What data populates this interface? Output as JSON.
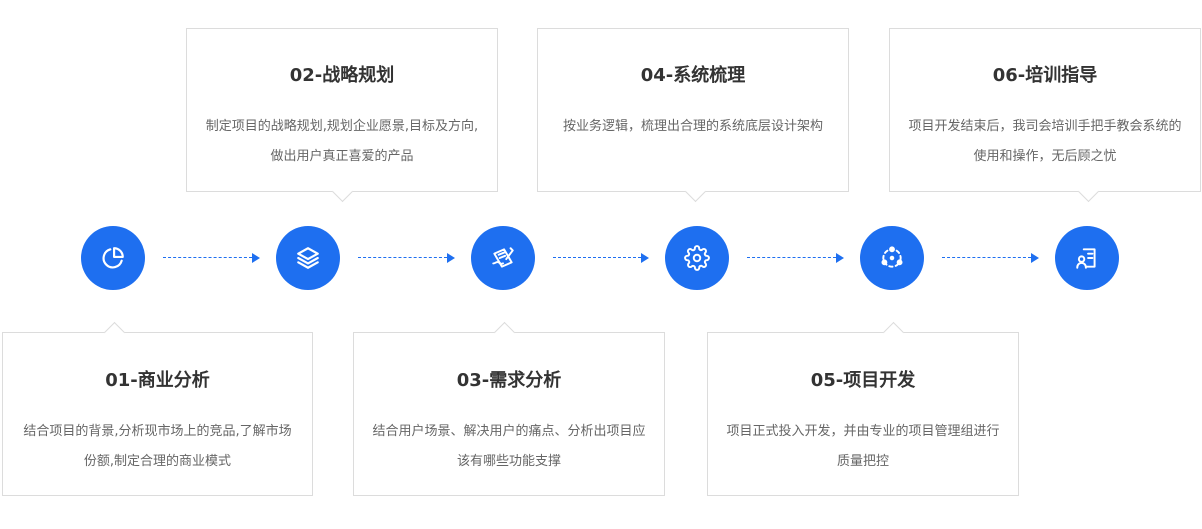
{
  "steps": [
    {
      "title": "01-商业分析",
      "desc": "结合项目的背景,分析现市场上的竞品,了解市场份额,制定合理的商业模式",
      "icon": "pie-chart-icon"
    },
    {
      "title": "02-战略规划",
      "desc": "制定项目的战略规划,规划企业愿景,目标及方向,做出用户真正喜爱的产品",
      "icon": "layers-icon"
    },
    {
      "title": "03-需求分析",
      "desc": "结合用户场景、解决用户的痛点、分析出项目应该有哪些功能支撑",
      "icon": "document-pen-icon"
    },
    {
      "title": "04-系统梳理",
      "desc": "按业务逻辑，梳理出合理的系统底层设计架构",
      "icon": "gear-icon"
    },
    {
      "title": "05-项目开发",
      "desc": "项目正式投入开发，并由专业的项目管理组进行质量把控",
      "icon": "network-icon"
    },
    {
      "title": "06-培训指导",
      "desc": "项目开发结束后，我司会培训手把手教会系统的使用和操作，无后顾之忧",
      "icon": "user-guide-icon"
    }
  ],
  "colors": {
    "accent": "#1e6ff0",
    "border": "#dcdcdc",
    "title": "#333333",
    "text": "#666666"
  }
}
